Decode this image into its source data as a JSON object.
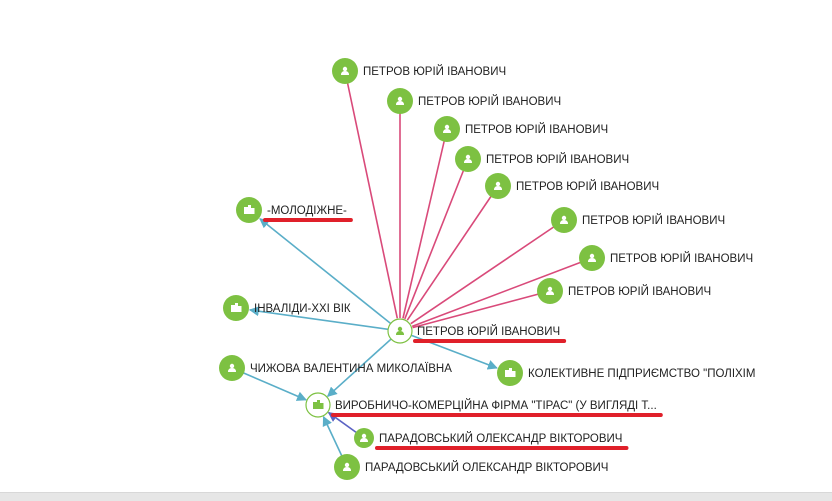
{
  "colors": {
    "node": "#7dc142",
    "ownership_edge": "#d94a7a",
    "link_edge": "#5aaec8",
    "director_edge": "#5b63c4",
    "highlight": "#e0202a"
  },
  "nodes": [
    {
      "id": "center",
      "label": "ПЕТРОВ ЮРІЙ ІВАНОВИЧ",
      "type": "person",
      "selected": true,
      "highlight": true
    },
    {
      "id": "p1",
      "label": "ПЕТРОВ ЮРІЙ ІВАНОВИЧ",
      "type": "person"
    },
    {
      "id": "p2",
      "label": "ПЕТРОВ ЮРІЙ ІВАНОВИЧ",
      "type": "person"
    },
    {
      "id": "p3",
      "label": "ПЕТРОВ ЮРІЙ ІВАНОВИЧ",
      "type": "person"
    },
    {
      "id": "p4",
      "label": "ПЕТРОВ ЮРІЙ ІВАНОВИЧ",
      "type": "person"
    },
    {
      "id": "p5",
      "label": "ПЕТРОВ ЮРІЙ ІВАНОВИЧ",
      "type": "person"
    },
    {
      "id": "p6",
      "label": "ПЕТРОВ ЮРІЙ ІВАНОВИЧ",
      "type": "person"
    },
    {
      "id": "p7",
      "label": "ПЕТРОВ ЮРІЙ ІВАНОВИЧ",
      "type": "person"
    },
    {
      "id": "p8",
      "label": "ПЕТРОВ ЮРІЙ ІВАНОВИЧ",
      "type": "person"
    },
    {
      "id": "molod",
      "label": "-МОЛОДІЖНЕ-",
      "type": "company",
      "highlight": true
    },
    {
      "id": "inval",
      "label": "ІНВАЛІДИ-XXI ВІК",
      "type": "company"
    },
    {
      "id": "kolekt",
      "label": "КОЛЕКТИВНЕ ПІДПРИЄМСТВО \"ПОЛІХІМ",
      "type": "company"
    },
    {
      "id": "chyzh",
      "label": "ЧИЖОВА ВАЛЕНТИНА МИКОЛАЇВНА",
      "type": "person"
    },
    {
      "id": "tiras",
      "label": "ВИРОБНИЧО-КОМЕРЦІЙНА ФІРМА \"ТІРАС\" (У ВИГЛЯДІ Т...",
      "type": "company",
      "selected": true,
      "highlight": true
    },
    {
      "id": "parad1",
      "label": "ПАРАДОВСЬКИЙ ОЛЕКСАНДР ВІКТОРОВИЧ",
      "type": "person",
      "highlight": true
    },
    {
      "id": "parad2",
      "label": "ПАРАДОВСЬКИЙ ОЛЕКСАНДР ВІКТОРОВИЧ",
      "type": "person"
    }
  ],
  "edges": [
    {
      "from": "p1",
      "to": "center",
      "kind": "ownership"
    },
    {
      "from": "p2",
      "to": "center",
      "kind": "ownership"
    },
    {
      "from": "p3",
      "to": "center",
      "kind": "ownership"
    },
    {
      "from": "p4",
      "to": "center",
      "kind": "ownership"
    },
    {
      "from": "p5",
      "to": "center",
      "kind": "ownership"
    },
    {
      "from": "p6",
      "to": "center",
      "kind": "ownership"
    },
    {
      "from": "p7",
      "to": "center",
      "kind": "ownership"
    },
    {
      "from": "p8",
      "to": "center",
      "kind": "ownership"
    },
    {
      "from": "center",
      "to": "molod",
      "kind": "link",
      "arrow": true
    },
    {
      "from": "center",
      "to": "inval",
      "kind": "link",
      "arrow": true
    },
    {
      "from": "center",
      "to": "kolekt",
      "kind": "link",
      "arrow": true
    },
    {
      "from": "center",
      "to": "tiras",
      "kind": "link",
      "arrow": true
    },
    {
      "from": "chyzh",
      "to": "tiras",
      "kind": "link",
      "arrow": true
    },
    {
      "from": "parad2",
      "to": "tiras",
      "kind": "link",
      "arrow": true
    },
    {
      "from": "parad1",
      "to": "tiras",
      "kind": "director",
      "arrow": true
    }
  ]
}
